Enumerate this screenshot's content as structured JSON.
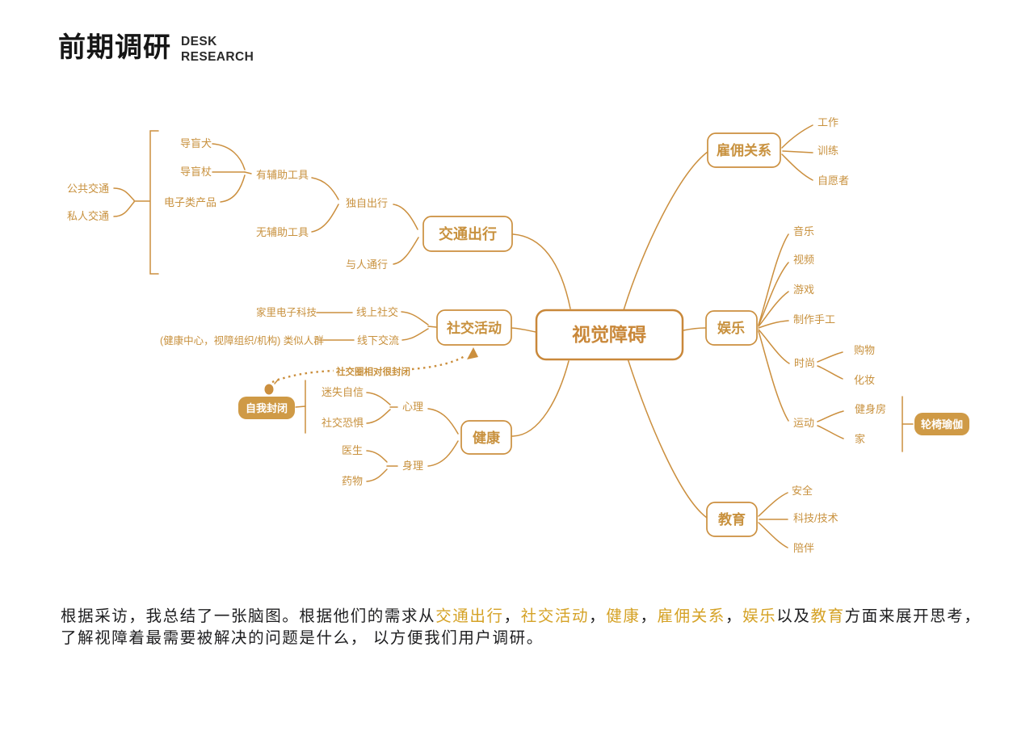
{
  "header": {
    "title": "前期调研",
    "subtitle_line1": "DESK",
    "subtitle_line2": "RESEARCH"
  },
  "colors": {
    "accent": "#CB8F3E",
    "accent_fill": "#CF9A46",
    "body_text": "#1D1D1F",
    "keyword": "#D5A226"
  },
  "map": {
    "center": "视觉障碍",
    "transport": {
      "main": "交通出行",
      "solo": "独自出行",
      "with_people": "与人通行",
      "with_tools": "有辅助工具",
      "without_tools": "无辅助工具",
      "guide_dog": "导盲犬",
      "guide_cane": "导盲杖",
      "electronics": "电子类产品",
      "public_transport": "公共交通",
      "private_transport": "私人交通"
    },
    "social": {
      "main": "社交活动",
      "online": "线上社交",
      "offline": "线下交流",
      "home_tech": "家里电子科技",
      "similar_group": "(健康中心，视障组织/机构) 类似人群",
      "closed_note": "社交圈相对很封闭",
      "self_closed": "自我封闭"
    },
    "health": {
      "main": "健康",
      "mental": "心理",
      "physiology": "身理",
      "lost_confidence": "迷失自信",
      "social_fear": "社交恐惧",
      "doctor": "医生",
      "medicine": "药物"
    },
    "employment": {
      "main": "雇佣关系",
      "work": "工作",
      "training": "训练",
      "volunteer": "自愿者"
    },
    "entertainment": {
      "main": "娱乐",
      "music": "音乐",
      "video": "视频",
      "games": "游戏",
      "handcraft": "制作手工",
      "fashion": "时尚",
      "shopping": "购物",
      "makeup": "化妆",
      "sports": "运动",
      "gym": "健身房",
      "home": "家",
      "wheelchair_yoga": "轮椅瑜伽"
    },
    "education": {
      "main": "教育",
      "safety": "安全",
      "technology": "科技/技术",
      "companionship": "陪伴"
    }
  },
  "paragraph": {
    "segments": [
      {
        "text": "根据采访，我总结了一张脑图。根据他们的需求从"
      },
      {
        "text": "交通出行"
      },
      {
        "text": "，"
      },
      {
        "text": "社交活动"
      },
      {
        "text": "，"
      },
      {
        "text": "健康"
      },
      {
        "text": "，"
      },
      {
        "text": "雇佣关系"
      },
      {
        "text": "，"
      },
      {
        "text": "娱乐"
      },
      {
        "text": "以及"
      },
      {
        "text": "教育"
      },
      {
        "text": "方面来展开思考，了解视障着最需要被解决的问题是什么， 以方便我们用户调研。"
      }
    ]
  }
}
